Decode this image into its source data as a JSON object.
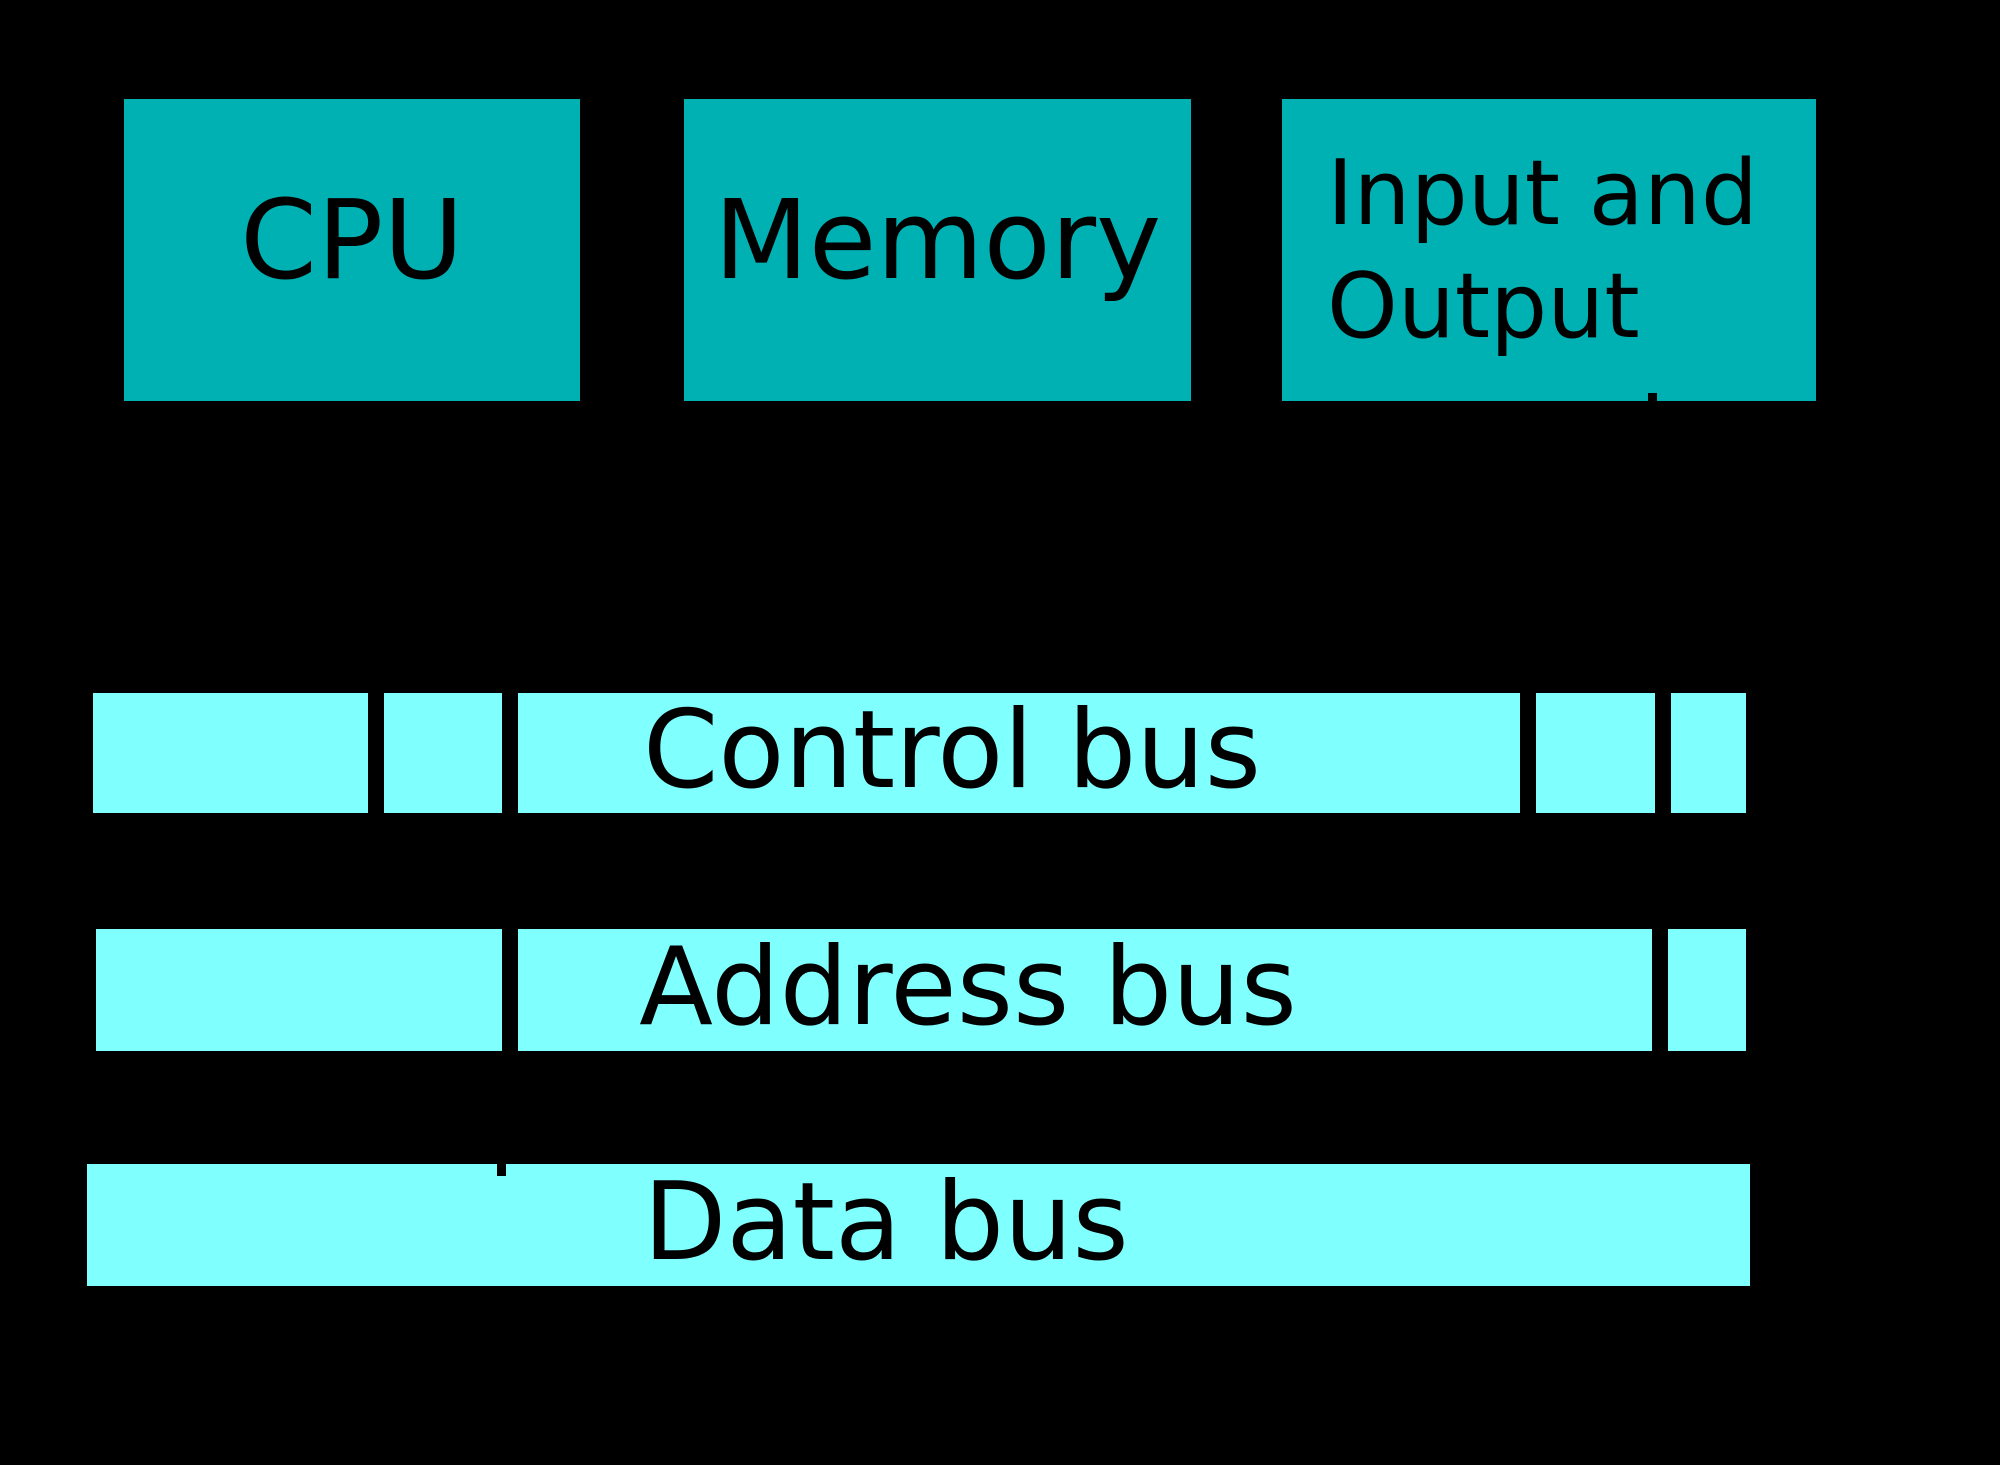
{
  "diagram": {
    "type": "computer-system-bus-block-diagram",
    "colors": {
      "background": "#000000",
      "box_fill": "#00B1B4",
      "bus_fill": "#80FFFF",
      "text": "#000000"
    },
    "boxes": {
      "cpu": {
        "label": "CPU"
      },
      "memory": {
        "label": "Memory"
      },
      "io": {
        "label_line1": "Input and",
        "label_line2": "Output"
      }
    },
    "buses": {
      "control": {
        "label": "Control bus"
      },
      "address": {
        "label": "Address bus"
      },
      "data": {
        "label": "Data bus"
      }
    }
  }
}
